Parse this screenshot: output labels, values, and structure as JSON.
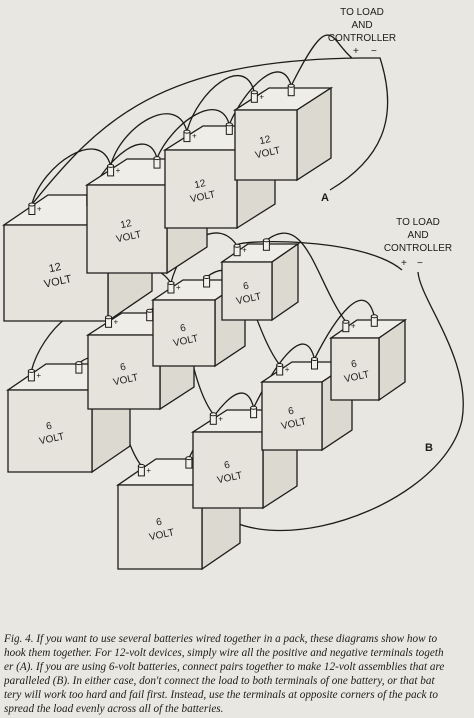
{
  "labels": {
    "to_load_a": [
      "TO LOAD",
      "AND",
      "CONTROLLER"
    ],
    "to_load_b": [
      "TO LOAD",
      "AND",
      "CONTROLLER"
    ],
    "figure_a": "A",
    "figure_b": "B",
    "plus": "+",
    "minus": "−"
  },
  "battery_labels": {
    "twelve": [
      "12",
      "VOLT"
    ],
    "six": [
      "6",
      "VOLT"
    ]
  },
  "batteries_a": [
    {
      "id": "a1",
      "volts": "12",
      "unit": "VOLT"
    },
    {
      "id": "a2",
      "volts": "12",
      "unit": "VOLT"
    },
    {
      "id": "a3",
      "volts": "12",
      "unit": "VOLT"
    },
    {
      "id": "a4",
      "volts": "12",
      "unit": "VOLT"
    }
  ],
  "batteries_b": [
    {
      "id": "b1",
      "volts": "6",
      "unit": "VOLT"
    },
    {
      "id": "b2",
      "volts": "6",
      "unit": "VOLT"
    },
    {
      "id": "b3",
      "volts": "6",
      "unit": "VOLT"
    },
    {
      "id": "b4",
      "volts": "6",
      "unit": "VOLT"
    },
    {
      "id": "b5",
      "volts": "6",
      "unit": "VOLT"
    },
    {
      "id": "b6",
      "volts": "6",
      "unit": "VOLT"
    },
    {
      "id": "b7",
      "volts": "6",
      "unit": "VOLT"
    },
    {
      "id": "b8",
      "volts": "6",
      "unit": "VOLT"
    }
  ],
  "caption": [
    "Fig. 4. If you want to use several batteries wired together in a pack, these diagrams show how to",
    "hook them together. For 12-volt devices, simply wire all the positive and negative terminals togeth",
    "er (A). If you are using 6-volt batteries, connect pairs together to make 12-volt assemblies that are",
    "paralleled (B). In either case, don't connect the load to both terminals of one battery, or that bat",
    "tery will work too hard and fail first. Instead, use the terminals at opposite corners of the pack to",
    "spread the load evenly across all of the batteries."
  ]
}
